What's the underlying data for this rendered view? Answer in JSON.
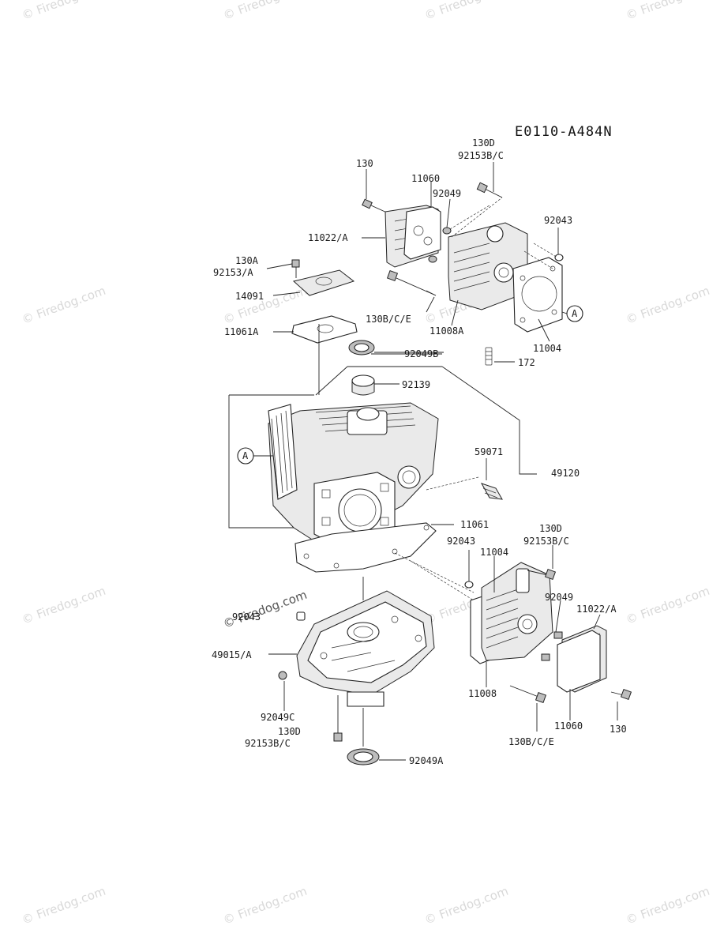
{
  "diagram_code": "E0110-A484N",
  "watermark_text": "© Firedog.com",
  "callouts": [
    {
      "id": "130-top",
      "text": "130"
    },
    {
      "id": "11060-top",
      "text": "11060"
    },
    {
      "id": "130d-top",
      "text": "130D"
    },
    {
      "id": "92153bc-top",
      "text": "92153B/C"
    },
    {
      "id": "92049-top",
      "text": "92049"
    },
    {
      "id": "92043-top",
      "text": "92043"
    },
    {
      "id": "11022a-top",
      "text": "11022/A"
    },
    {
      "id": "130a",
      "text": "130A"
    },
    {
      "id": "92153a",
      "text": "92153/A"
    },
    {
      "id": "14091",
      "text": "14091"
    },
    {
      "id": "130bce-top",
      "text": "130B/C/E"
    },
    {
      "id": "11008a",
      "text": "11008A"
    },
    {
      "id": "11004-top",
      "text": "11004"
    },
    {
      "id": "11061a",
      "text": "11061A"
    },
    {
      "id": "92049b",
      "text": "92049B"
    },
    {
      "id": "172",
      "text": "172"
    },
    {
      "id": "92139",
      "text": "92139"
    },
    {
      "id": "59071",
      "text": "59071"
    },
    {
      "id": "49120",
      "text": "49120"
    },
    {
      "id": "11061",
      "text": "11061"
    },
    {
      "id": "130d-mid",
      "text": "130D"
    },
    {
      "id": "92043-mid",
      "text": "92043"
    },
    {
      "id": "92153bc-mid",
      "text": "92153B/C"
    },
    {
      "id": "11004-mid",
      "text": "11004"
    },
    {
      "id": "92049-mid",
      "text": "92049"
    },
    {
      "id": "11022a-mid",
      "text": "11022/A"
    },
    {
      "id": "92043-low",
      "text": "92043"
    },
    {
      "id": "49015a",
      "text": "49015/A"
    },
    {
      "id": "11008",
      "text": "11008"
    },
    {
      "id": "92049c",
      "text": "92049C"
    },
    {
      "id": "130d-low",
      "text": "130D"
    },
    {
      "id": "92153bc-low",
      "text": "92153B/C"
    },
    {
      "id": "11060-low",
      "text": "11060"
    },
    {
      "id": "130-low",
      "text": "130"
    },
    {
      "id": "130bce-low",
      "text": "130B/C/E"
    },
    {
      "id": "92049a",
      "text": "92049A"
    }
  ],
  "reference_markers": [
    "A",
    "A"
  ]
}
